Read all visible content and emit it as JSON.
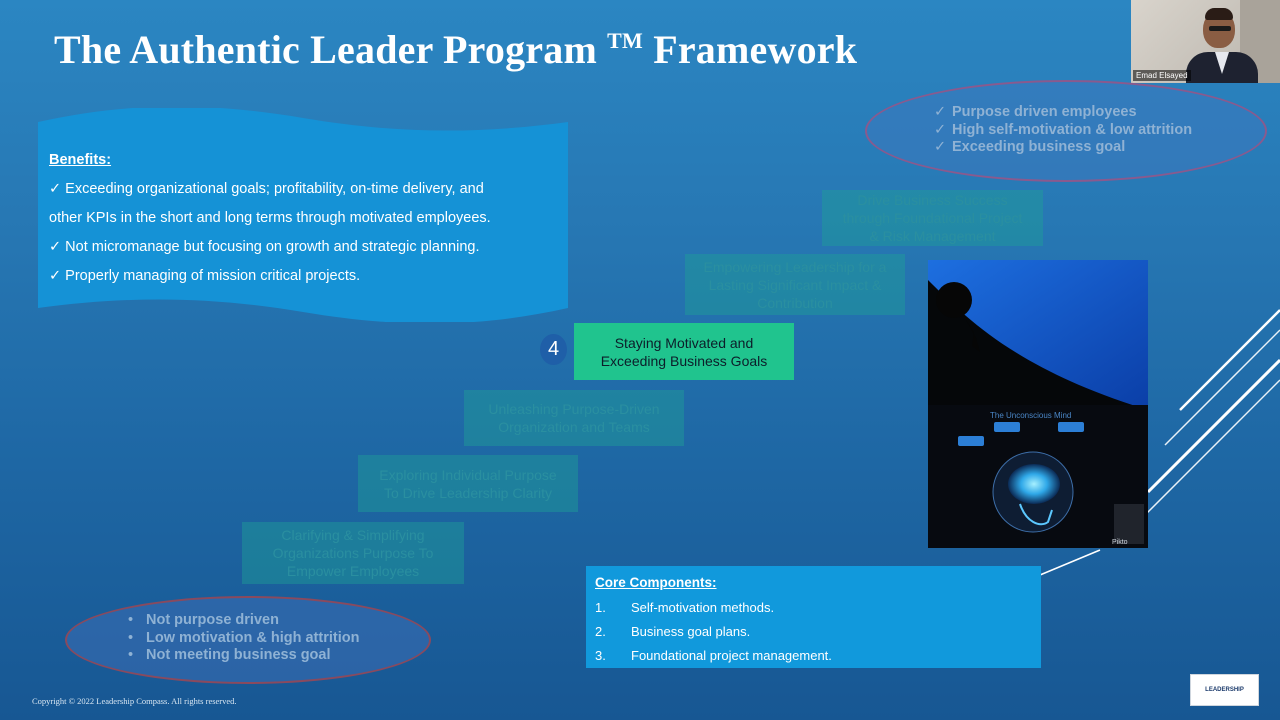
{
  "slide": {
    "title": "The Authentic Leader Program",
    "title_tm": "TM",
    "title_suffix": "Framework",
    "copyright": "Copyright © 2022 Leadership Compass. All rights reserved."
  },
  "video": {
    "participant_name": "Emad Elsayed"
  },
  "benefits": {
    "heading": "Benefits:",
    "items": [
      "✓ Exceeding organizational goals; profitability, on-time delivery, and",
      "other KPIs in the short and long terms through motivated employees.",
      "✓ Not micromanage but focusing on growth and strategic planning.",
      "✓ Properly managing of mission critical projects."
    ]
  },
  "outcomes_top": {
    "marker": "✓",
    "items": [
      "Purpose driven employees",
      "High self-motivation & low attrition",
      "Exceeding business goal"
    ]
  },
  "outcomes_bottom": {
    "marker": "•",
    "items": [
      "Not purpose driven",
      "Low motivation & high attrition",
      "Not meeting business goal"
    ]
  },
  "steps": [
    {
      "label_lines": [
        "Clarifying & Simplifying",
        "Organizations Purpose To",
        "Empower Employees"
      ]
    },
    {
      "label_lines": [
        "Exploring Individual Purpose",
        "To Drive Leadership Clarity"
      ]
    },
    {
      "label_lines": [
        "Unleashing Purpose-Driven",
        "Organization and Teams"
      ]
    },
    {
      "label_lines": [
        "Staying Motivated and",
        "Exceeding Business Goals"
      ],
      "number": "4",
      "active": true
    },
    {
      "label_lines": [
        "Empowering Leadership for a",
        "Lasting Significant Impact &",
        "Contribution"
      ]
    },
    {
      "label_lines": [
        "Drive Business Success",
        "through Foundational Project",
        "& Risk Management"
      ]
    }
  ],
  "image": {
    "caption": "The Unconscious Mind",
    "brand": "Pikto"
  },
  "core_components": {
    "heading": "Core Components:",
    "items": [
      {
        "num": "1.",
        "text": "Self-motivation methods."
      },
      {
        "num": "2.",
        "text": "Business goal plans."
      },
      {
        "num": "3.",
        "text": "Foundational project management."
      }
    ]
  },
  "logo": {
    "text": "LEADERSHIP"
  },
  "colors": {
    "background": "#2778b4",
    "active_step": "#20c48e",
    "faded_step": "#1ea096",
    "core_box": "#1199dc",
    "banner": "#1592d6"
  }
}
